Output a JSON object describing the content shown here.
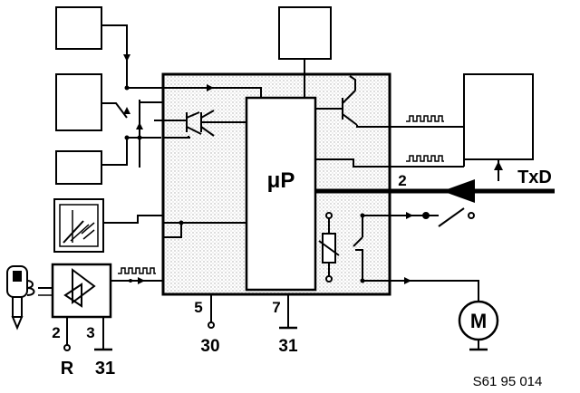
{
  "labels": {
    "microprocessor": "μP",
    "txd": "TxD",
    "line_2": "2",
    "pin_5": "5",
    "pin_7": "7",
    "term_30": "30",
    "term_31_module": "31",
    "amp_pin_2": "2",
    "amp_pin_3": "3",
    "term_r": "R",
    "term_31_amp": "31",
    "motor": "M",
    "figure_code": "S61 95 014"
  },
  "icons": [
    "key-fob-icon",
    "door-switch-icon",
    "antenna-amplifier-icon",
    "transistor-icon",
    "motor-icon",
    "relay-icon",
    "switch-icon",
    "ground-icon"
  ],
  "colors": {
    "line": "#000000",
    "stipple": "#b9b9b9",
    "background": "#ffffff"
  }
}
